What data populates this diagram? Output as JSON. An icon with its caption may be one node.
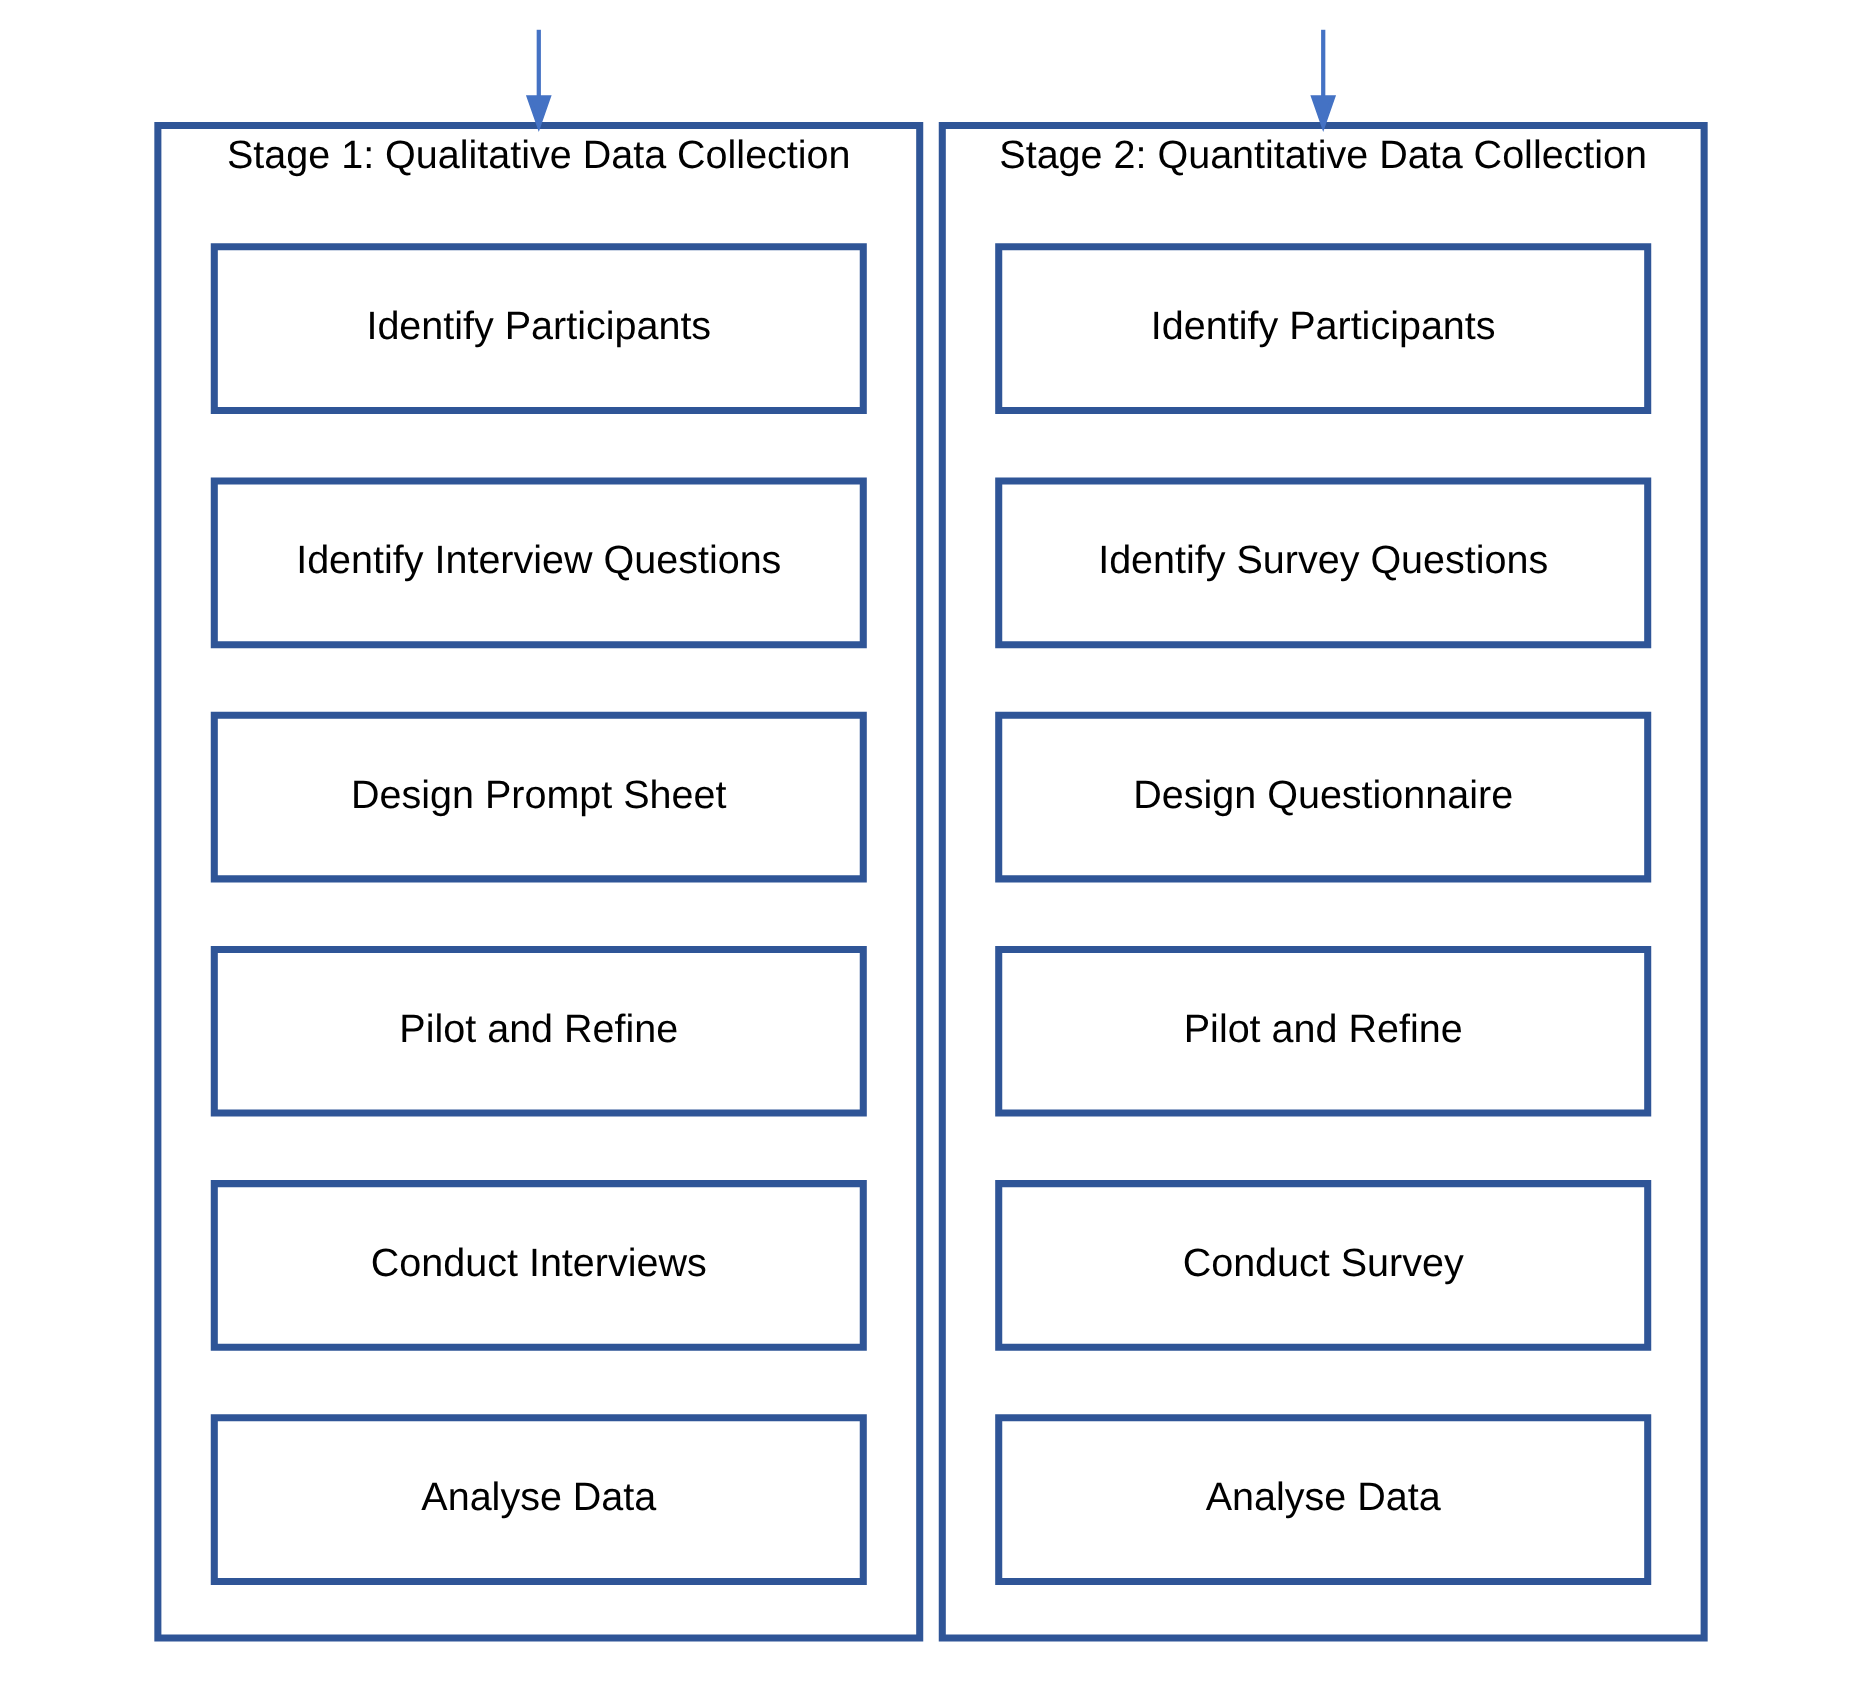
{
  "diagram": {
    "nodes": [
      {
        "text": [
          "Stage 1: Qualitative Data Collection"
        ]
      },
      {
        "text": [
          "Identify Participants"
        ],
        "in": 0
      },
      {
        "text": [
          "Identify Interview Questions"
        ],
        "in": 0
      },
      {
        "text": [
          "Design Prompt Sheet"
        ],
        "in": 0
      },
      {
        "text": [
          "Pilot and Refine"
        ],
        "in": 0
      },
      {
        "text": [
          "Conduct Interviews"
        ],
        "in": 0
      },
      {
        "text": [
          "Analyse Data"
        ],
        "in": 0
      },
      {
        "text": [
          "Stage 2: Quantitative Data Collection"
        ]
      },
      {
        "text": [
          "Identify Participants"
        ],
        "in": 7
      },
      {
        "text": [
          "Identify Survey Questions"
        ],
        "in": 7
      },
      {
        "text": [
          "Design Questionnaire"
        ],
        "in": 7
      },
      {
        "text": [
          "Pilot and Refine"
        ],
        "in": 7
      },
      {
        "text": [
          "Conduct Survey"
        ],
        "in": 7
      },
      {
        "text": [
          "Analyse Data"
        ],
        "in": 7
      }
    ],
    "edges": [
      {
        "from": null,
        "to": 0,
        "arrow": "to"
      },
      {
        "from": null,
        "to": 7,
        "arrow": "to"
      }
    ]
  }
}
